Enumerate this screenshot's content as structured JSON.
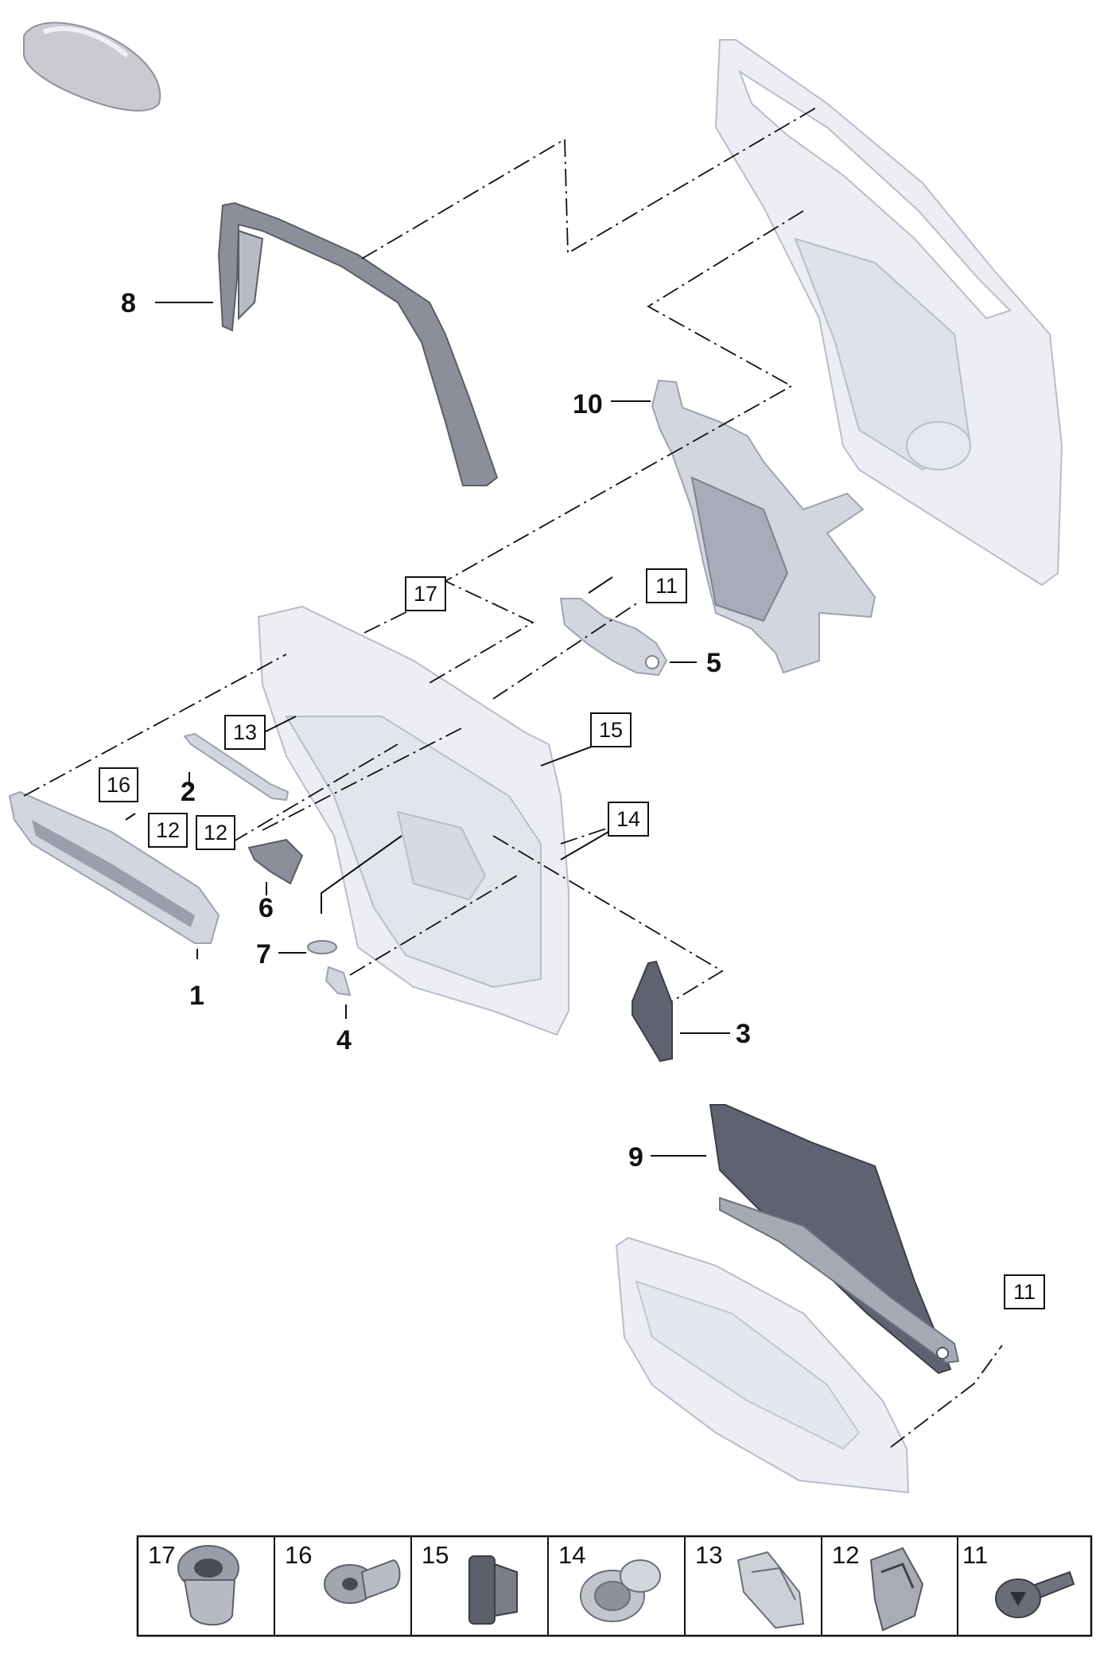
{
  "callouts": {
    "n1": "1",
    "n2": "2",
    "n3": "3",
    "n4": "4",
    "n5": "5",
    "n6": "6",
    "n7": "7",
    "n8": "8",
    "n9": "9",
    "n10": "10"
  },
  "boxed_callouts": {
    "b17": "17",
    "b11a": "11",
    "b13": "13",
    "b15": "15",
    "b16": "16",
    "b12a": "12",
    "b12b": "12",
    "b14": "14",
    "b11b": "11"
  },
  "fasteners_table": [
    {
      "number": "17",
      "icon": "flanged-nut-icon"
    },
    {
      "number": "16",
      "icon": "rivet-nut-icon"
    },
    {
      "number": "15",
      "icon": "plug-clip-icon"
    },
    {
      "number": "14",
      "icon": "round-clip-icon"
    },
    {
      "number": "13",
      "icon": "spring-clip-icon"
    },
    {
      "number": "12",
      "icon": "metal-clip-icon"
    },
    {
      "number": "11",
      "icon": "torx-screw-icon"
    }
  ],
  "colors": {
    "outline": "#111111",
    "light_part": "#eceef4",
    "dark_part": "#5f6270"
  }
}
